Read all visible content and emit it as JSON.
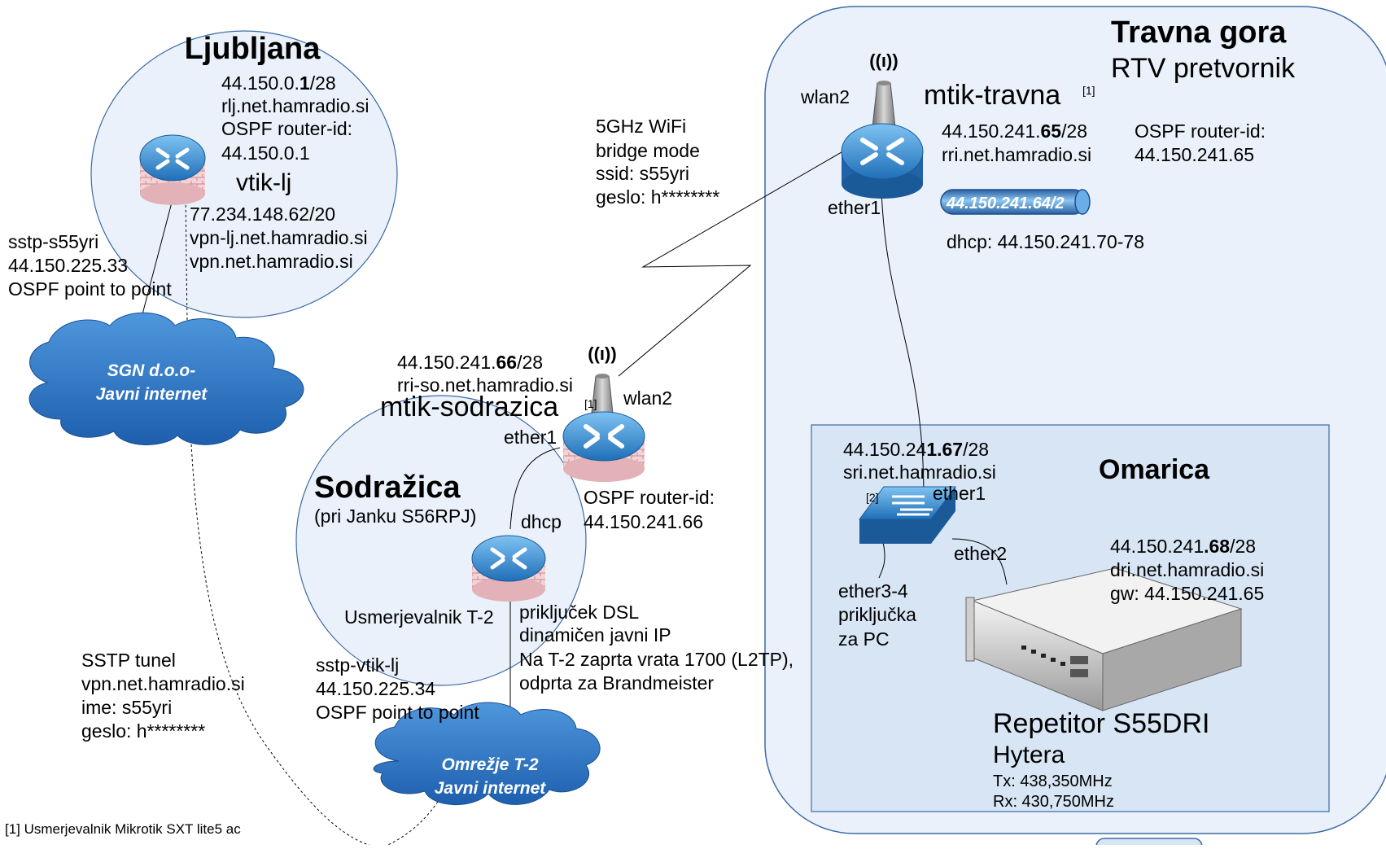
{
  "ljubljana": {
    "title": "Ljubljana",
    "ip_prefix": "44.150.0.",
    "ip_bold": "1",
    "ip_suffix": "/28",
    "host": "rlj.net.hamradio.si",
    "ospf_label": "OSPF router-id:",
    "ospf_id": "44.150.0.1",
    "router_name": "vtik-lj",
    "public_ip": "77.234.148.62/20",
    "vpn_host1": "vpn-lj.net.hamradio.si",
    "vpn_host2": "vpn.net.hamradio.si"
  },
  "sstp_lj": {
    "name": "sstp-s55yri",
    "ip": "44.150.225.33",
    "ospf": "OSPF point to point"
  },
  "cloud_sgn": {
    "line1": "SGN d.o.o-",
    "line2": "Javni internet"
  },
  "wifi_link": {
    "line1": "5GHz WiFi",
    "line2": "bridge mode",
    "line3": "ssid: s55yri",
    "line4": "geslo: h********"
  },
  "sodrazica": {
    "ip_prefix": "44.150.241.",
    "ip_bold": "66",
    "ip_suffix": "/28",
    "host": "rri-so.net.hamradio.si",
    "router_name": "mtik-sodrazica",
    "footnote_ref": "[1]",
    "wlan": "wlan2",
    "ether": "ether1",
    "title": "Sodražica",
    "subtitle": "(pri Janku S56RPJ)",
    "dhcp": "dhcp",
    "ospf_label": "OSPF router-id:",
    "ospf_id": "44.150.241.66",
    "t2_router": "Usmerjevalnik T-2"
  },
  "dsl": {
    "line1": "priključek DSL",
    "line2": "dinamičen javni IP",
    "line3": "Na T-2 zaprta vrata 1700 (L2TP),",
    "line4": "odprta za Brandmeister"
  },
  "sstp_tunnel": {
    "line1": "SSTP tunel",
    "line2": "vpn.net.hamradio.si",
    "line3": "ime: s55yri",
    "line4": "geslo: h********"
  },
  "sstp_vtik": {
    "name": "sstp-vtik-lj",
    "ip": "44.150.225.34",
    "ospf": "OSPF point to point"
  },
  "cloud_t2": {
    "line1": "Omrežje T-2",
    "line2": "Javni internet"
  },
  "footnote": "[1] Usmerjevalnik Mikrotik SXT lite5 ac",
  "travna": {
    "title": "Travna gora",
    "subtitle": "RTV pretvornik",
    "router_name": "mtik-travna",
    "footnote_ref": "[1]",
    "wlan": "wlan2",
    "ether": "ether1",
    "ip_prefix": "44.150.241.",
    "ip_bold": "65",
    "ip_suffix": "/28",
    "host": "rri.net.hamradio.si",
    "ospf_label": "OSPF router-id:",
    "ospf_id": "44.150.241.65",
    "subnet_tag": "44.150.241.64/2",
    "dhcp": "dhcp: 44.150.241.70-78"
  },
  "omarica": {
    "title": "Omarica",
    "switch_ip_prefix": "44.150.24",
    "switch_ip_bold": "1.67",
    "switch_ip_suffix": "/28",
    "switch_host": "sri.net.hamradio.si",
    "switch_ref": "[2]",
    "ether1": "ether1",
    "ether2": "ether2",
    "ether34_l1": "ether3-4",
    "ether34_l2": "priključka",
    "ether34_l3": "za PC",
    "rep_ip_prefix": "44.150.241",
    "rep_ip_bold": ".68",
    "rep_ip_suffix": "/28",
    "rep_host": "dri.net.hamradio.si",
    "rep_gw": "gw: 44.150.241.65",
    "repeater_name": "Repetitor S55DRI",
    "repeater_make": "Hytera",
    "tx": "Tx: 438,350MHz",
    "rx": "Rx: 430,750MHz"
  },
  "colors": {
    "area_fill": "#eaf1fa",
    "area_stroke": "#3d6aa8",
    "cloud_fill": "#2f78c8",
    "router_blue": "#2e7ec6",
    "firewall_brick": "#e7b7bd"
  }
}
